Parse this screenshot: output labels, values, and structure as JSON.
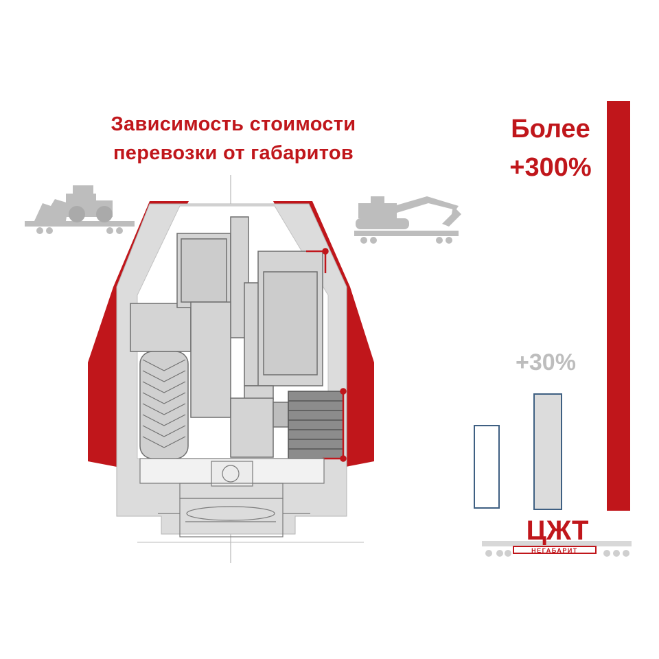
{
  "title": {
    "line1": "Зависимость стоимости",
    "line2": "перевозки  от габаритов"
  },
  "labels": {
    "big_line1": "Более",
    "big_line2": "+300%",
    "mid": "+30%"
  },
  "logo": {
    "main": "ЦЖТ",
    "sub": "НЕГАБАРИТ"
  },
  "colors": {
    "accent_red": "#c0161b",
    "gray_fill": "#d4d4d4",
    "light_gray": "#dcdcdc",
    "bar_outline": "#3e5f82"
  },
  "icons": [
    "wheel-loader-icon",
    "excavator-icon",
    "railcar-icon"
  ]
}
